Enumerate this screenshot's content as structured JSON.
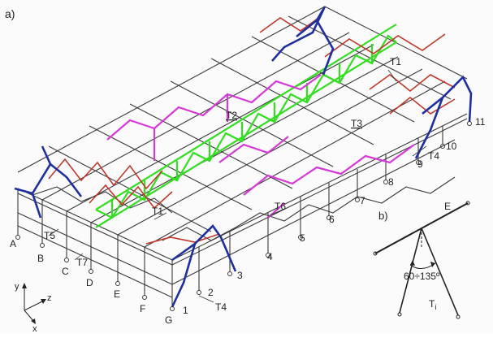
{
  "figure": {
    "panel_a": "a)",
    "panel_b": "b)"
  },
  "labels": {
    "truss_T1_upper": "T1",
    "truss_T1_lower": "T1",
    "truss_T2": "T2",
    "truss_T3": "T3",
    "truss_T4_right": "T4",
    "truss_T4_bottom": "T4",
    "truss_T5": "T5",
    "truss_T6": "T6",
    "truss_T7": "T7",
    "support_A": "A",
    "support_B": "B",
    "support_C": "C",
    "support_D": "D",
    "support_E": "E",
    "support_F": "F",
    "support_G": "G",
    "support_1": "1",
    "support_2": "2",
    "support_3": "3",
    "support_4": "4",
    "support_5": "5",
    "support_6": "6",
    "support_7": "7",
    "support_8": "8",
    "support_9": "9",
    "support_10": "10",
    "support_11": "11"
  },
  "axes": {
    "y": "y",
    "z": "z",
    "x": "x"
  },
  "detail_b": {
    "top_member": "E",
    "angle": "60÷135º",
    "bottom_member": "T",
    "bottom_member_sub": "i"
  },
  "colors": {
    "frame": "#3a3a3a",
    "blue_truss": "#1f2fa0",
    "red_truss": "#c0392b",
    "magenta_truss": "#d63ad6",
    "green_truss": "#33dd22"
  }
}
